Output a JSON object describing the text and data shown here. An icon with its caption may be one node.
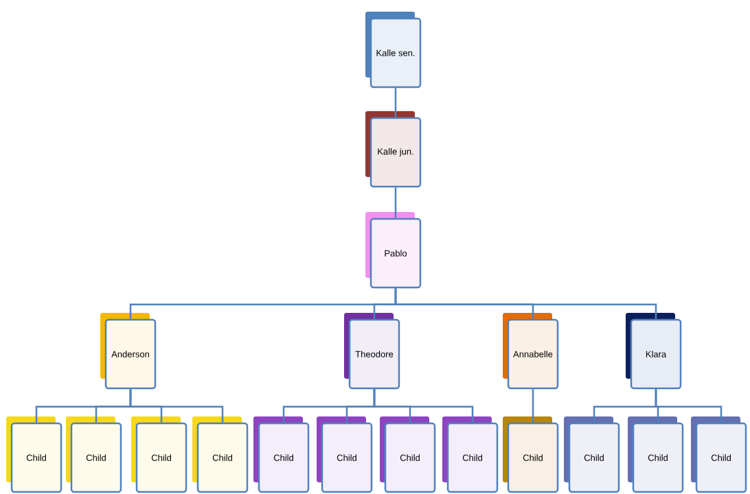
{
  "diagram": {
    "nodes": [
      {
        "text": [
          "Kalle sen."
        ]
      },
      {
        "text": [
          "Kalle jun."
        ]
      },
      {
        "text": [
          "Pablo"
        ]
      },
      {
        "text": [
          "Anderson"
        ]
      },
      {
        "text": [
          "Theodore"
        ]
      },
      {
        "text": [
          "Annabelle"
        ]
      },
      {
        "text": [
          "Klara"
        ]
      },
      {
        "text": [
          "Child"
        ]
      },
      {
        "text": [
          "Child"
        ]
      },
      {
        "text": [
          "Child"
        ]
      },
      {
        "text": [
          "Child"
        ]
      },
      {
        "text": [
          "Child"
        ]
      },
      {
        "text": [
          "Child"
        ]
      },
      {
        "text": [
          "Child"
        ]
      },
      {
        "text": [
          "Child"
        ]
      },
      {
        "text": [
          "Child"
        ]
      },
      {
        "text": [
          "Child"
        ]
      },
      {
        "text": [
          "Child"
        ]
      },
      {
        "text": [
          "Child"
        ]
      }
    ],
    "edges": [
      {
        "from": 0,
        "to": 1,
        "arrow": "none"
      },
      {
        "from": 1,
        "to": 2,
        "arrow": "none"
      },
      {
        "from": 2,
        "to": 3,
        "arrow": "none"
      },
      {
        "from": 2,
        "to": 4,
        "arrow": "none"
      },
      {
        "from": 2,
        "to": 5,
        "arrow": "none"
      },
      {
        "from": 2,
        "to": 6,
        "arrow": "none"
      },
      {
        "from": 3,
        "to": 7,
        "arrow": "none"
      },
      {
        "from": 3,
        "to": 8,
        "arrow": "none"
      },
      {
        "from": 3,
        "to": 9,
        "arrow": "none"
      },
      {
        "from": 3,
        "to": 10,
        "arrow": "none"
      },
      {
        "from": 4,
        "to": 11,
        "arrow": "none"
      },
      {
        "from": 4,
        "to": 12,
        "arrow": "none"
      },
      {
        "from": 4,
        "to": 13,
        "arrow": "none"
      },
      {
        "from": 4,
        "to": 14,
        "arrow": "none"
      },
      {
        "from": 5,
        "to": 15,
        "arrow": "none"
      },
      {
        "from": 6,
        "to": 16,
        "arrow": "none"
      },
      {
        "from": 6,
        "to": 17,
        "arrow": "none"
      },
      {
        "from": 6,
        "to": 18,
        "arrow": "none"
      }
    ]
  }
}
